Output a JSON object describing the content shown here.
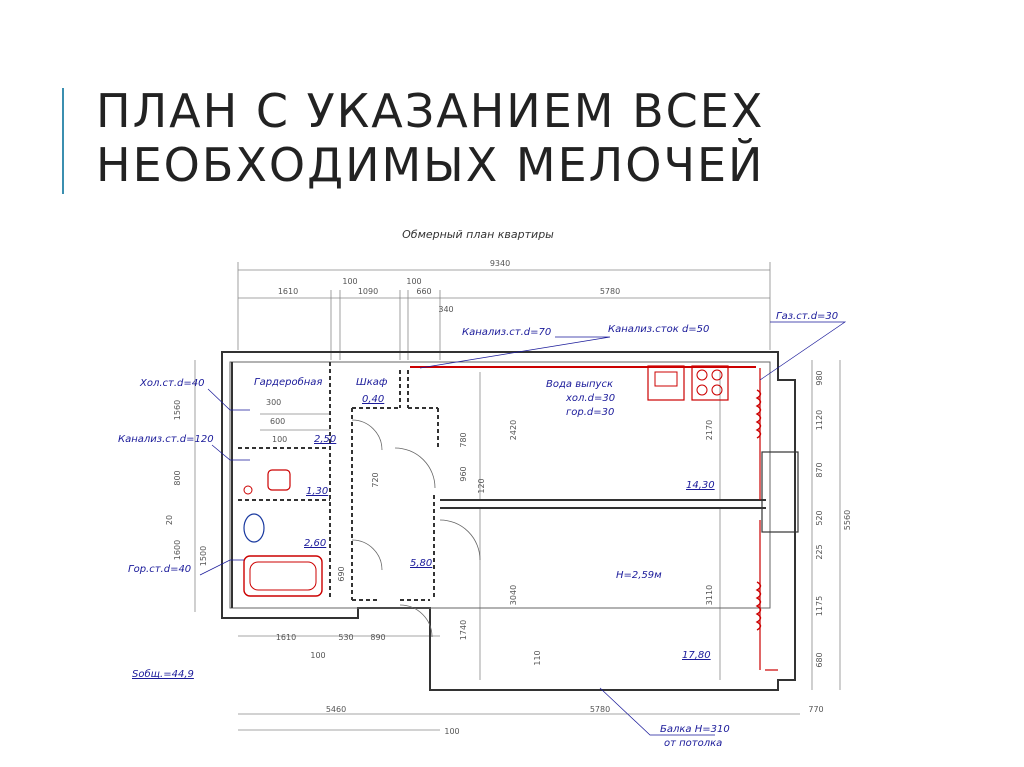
{
  "title": {
    "line1": "ПЛАН С УКАЗАНИЕМ ВСЕХ",
    "line2": "НЕОБХОДИМЫХ МЕЛОЧЕЙ"
  },
  "plan": {
    "caption": "Обмерный план квартиры",
    "rooms": {
      "wardrobe": "Гардеробная",
      "closet": "Шкаф",
      "closet_area": "0,40",
      "area_250": "2,50",
      "area_130": "1,30",
      "area_260": "2,60",
      "area_580": "5,80",
      "area_1430": "14,30",
      "area_1780": "17,80",
      "height": "H=2,59м"
    },
    "utilities": {
      "cold": "Хол.ст.d=40",
      "sewer120": "Канализ.ст.d=120",
      "hot": "Гор.ст.d=40",
      "sewer70": "Канализ.ст.d=70",
      "sewer_drain": "Канализ.сток d=50",
      "gas": "Газ.ст.d=30",
      "water1": "Вода выпуск",
      "water2": "хол.d=30",
      "water3": "гор.d=30",
      "beam1": "Балка  H=310",
      "beam2": "от потолка"
    },
    "total_area": "Sобщ.=44,9",
    "dims": {
      "total": "9340",
      "top_1610": "1610",
      "top_100a": "100",
      "top_1090": "1090",
      "top_100b": "100",
      "top_660": "660",
      "top_340": "340",
      "top_5780": "5780",
      "bot_1610": "1610",
      "bot_100": "100",
      "bot_530": "530",
      "bot_890": "890",
      "bot_5460": "5460",
      "bot_100b": "100",
      "bot_5780": "5780",
      "bot_770": "770",
      "left_1560": "1560",
      "left_800": "800",
      "left_1600": "1600",
      "left_1500": "1500",
      "left_20": "20",
      "in_300": "300",
      "in_600": "600",
      "in_100": "100",
      "in_780": "780",
      "in_2420": "2420",
      "in_2170": "2170",
      "in_960": "960",
      "in_3040": "3040",
      "in_3110": "3110",
      "in_1740": "1740",
      "in_110": "110",
      "in_720": "720",
      "in_690": "690",
      "in_120": "120",
      "r_980": "980",
      "r_1120": "1120",
      "r_870": "870",
      "r_520": "520",
      "r_225": "225",
      "r_1175": "1175",
      "r_680": "680",
      "r_5560": "5560"
    }
  }
}
